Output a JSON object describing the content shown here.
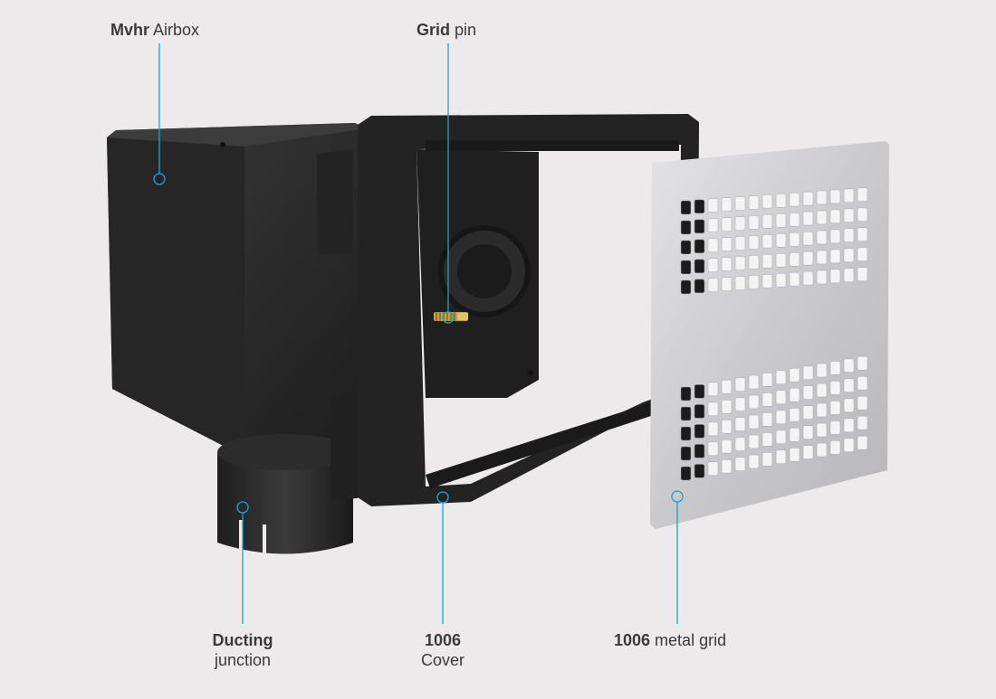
{
  "labels": {
    "mvhr_airbox": {
      "bold": "Mvhr",
      "rest": " Airbox"
    },
    "grid_pin": {
      "bold": "Grid",
      "rest": " pin"
    },
    "ducting_junction": {
      "line1": "Ducting",
      "line2": "junction"
    },
    "cover": {
      "line1": "1006",
      "line2": "Cover"
    },
    "metal_grid": {
      "bold": "1006",
      "rest": " metal grid"
    }
  },
  "colors": {
    "background": "#eceaea",
    "leader_line": "#1aa3d4",
    "text": "#3a3a3a",
    "housing": "#2a2a2a",
    "grid_plate": "#c9c9cb"
  }
}
